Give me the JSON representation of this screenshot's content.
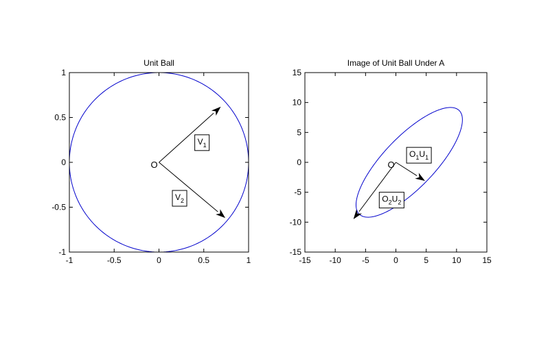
{
  "chart_data": [
    {
      "type": "line",
      "title": "Unit Ball",
      "xlim": [
        -1,
        1
      ],
      "ylim": [
        -1,
        1
      ],
      "xticks": [
        -1,
        -0.5,
        0,
        0.5,
        1
      ],
      "yticks": [
        -1,
        -0.5,
        0,
        0.5,
        1
      ],
      "xtick_labels": [
        "-1",
        "-0.5",
        "0",
        "0.5",
        "1"
      ],
      "ytick_labels": [
        "-1",
        "-0.5",
        "0",
        "0.5",
        "1"
      ],
      "grid": false,
      "curve": {
        "kind": "ellipse",
        "center": [
          0,
          0
        ],
        "axes": [
          [
            1,
            0
          ],
          [
            0,
            1
          ]
        ],
        "color": "#0000cc"
      },
      "origin_label": "O",
      "vectors": [
        {
          "from": [
            0,
            0
          ],
          "to": [
            0.69,
            0.62
          ],
          "label_main": "V",
          "label_sub": "1",
          "label_at": [
            0.48,
            0.2
          ]
        },
        {
          "from": [
            0,
            0
          ],
          "to": [
            0.74,
            -0.62
          ],
          "label_main": "V",
          "label_sub": "2",
          "label_at": [
            0.23,
            -0.42
          ]
        }
      ]
    },
    {
      "type": "line",
      "title": "Image of Unit Ball Under A",
      "xlim": [
        -15,
        15
      ],
      "ylim": [
        -15,
        15
      ],
      "xticks": [
        -15,
        -10,
        -5,
        0,
        5,
        10,
        15
      ],
      "yticks": [
        -15,
        -10,
        -5,
        0,
        5,
        10,
        15
      ],
      "xtick_labels": [
        "-15",
        "-10",
        "-5",
        "0",
        "5",
        "10",
        "15"
      ],
      "ytick_labels": [
        "-15",
        "-10",
        "-5",
        "0",
        "5",
        "10",
        "15"
      ],
      "grid": false,
      "curve": {
        "kind": "ellipse",
        "center": [
          2.2,
          0
        ],
        "axes": [
          [
            8.2,
            8.7
          ],
          [
            3.1,
            -2.9
          ]
        ],
        "color": "#0000cc"
      },
      "origin_label": "O",
      "vectors": [
        {
          "from": [
            0,
            0
          ],
          "to": [
            4.8,
            -3.1
          ],
          "label_main": "O",
          "label_sub": "1",
          "label_tail": "U",
          "label_sub2": "1",
          "label_at": [
            3.8,
            0.9
          ]
        },
        {
          "from": [
            0,
            0
          ],
          "to": [
            -7,
            -9.5
          ],
          "label_main": "O",
          "label_sub": "2",
          "label_tail": "U",
          "label_sub2": "2",
          "label_at": [
            -0.7,
            -6.6
          ]
        }
      ]
    }
  ]
}
